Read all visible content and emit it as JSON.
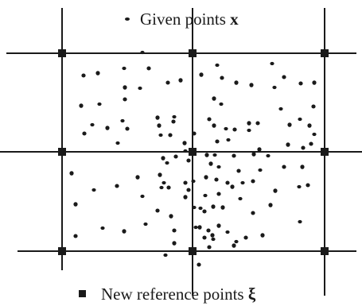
{
  "legend": {
    "given_label": "Given points ",
    "given_symbol": "x",
    "reference_label": "New reference points ",
    "reference_symbol": "ξ"
  },
  "colors": {
    "ink": "#1a1a1a",
    "background": "#ffffff"
  },
  "icons": {
    "given_marker": "small-dot-icon",
    "reference_marker": "filled-square-icon"
  }
}
